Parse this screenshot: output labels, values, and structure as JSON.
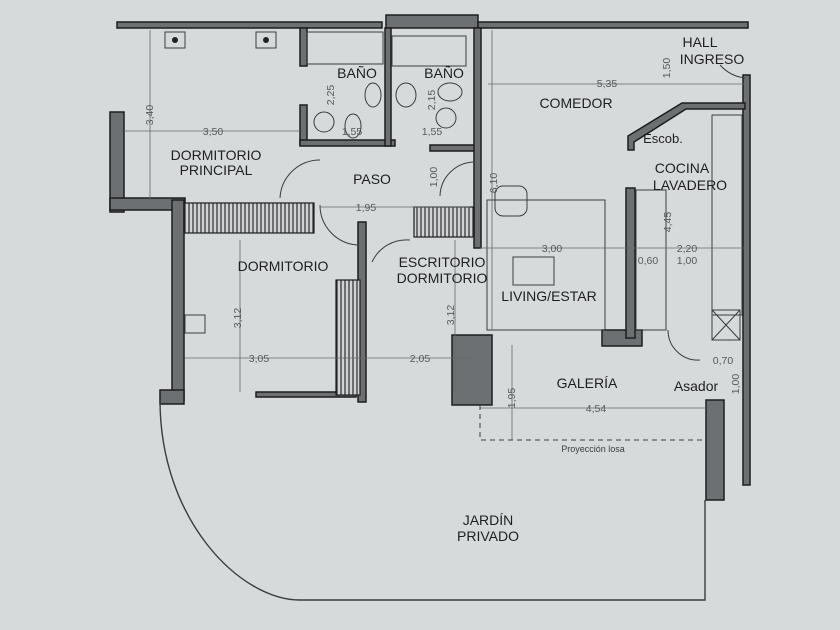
{
  "colors": {
    "paper": "#d7dada",
    "wall": "#6c7072",
    "ink": "#1d1f20"
  },
  "rooms": {
    "bano_1": "BAÑO",
    "bano_2": "BAÑO",
    "comedor": "COMEDOR",
    "hall_1": "HALL",
    "hall_2": "INGRESO",
    "dorm_principal_1": "DORMITORIO",
    "dorm_principal_2": "PRINCIPAL",
    "paso": "PASO",
    "escob": "Escob.",
    "cocina_1": "COCINA",
    "cocina_2": "LAVADERO",
    "dormitorio": "DORMITORIO",
    "escritorio_1": "ESCRITORIO",
    "escritorio_2": "DORMITORIO",
    "living": "LIVING/ESTAR",
    "galeria": "GALERÍA",
    "asador": "Asador",
    "proyeccion": "Proyección losa",
    "jardin_1": "JARDÍN",
    "jardin_2": "PRIVADO"
  },
  "dimensions": {
    "dorm_principal_h": "3,40",
    "dorm_principal_w": "3,50",
    "bano1_h": "2,25",
    "bano1_w": "1,55",
    "bano2_h": "2,15",
    "bano2_w": "1,55",
    "comedor_w": "5,35",
    "hall_h": "1,50",
    "paso_h": "1,00",
    "living_h": "6,10",
    "paso_w": "1,95",
    "cocina_h": "4,45",
    "living_w": "3,00",
    "cocina_w": "2,20",
    "cocina_a": "0,60",
    "cocina_b": "1,00",
    "dormitorio_h": "3,12",
    "escritorio_h": "3,12",
    "dormitorio_w": "3,05",
    "escritorio_w": "2,05",
    "asador_w": "0,70",
    "asador_h": "1,00",
    "galeria_h": "1,95",
    "galeria_w": "4,54"
  }
}
